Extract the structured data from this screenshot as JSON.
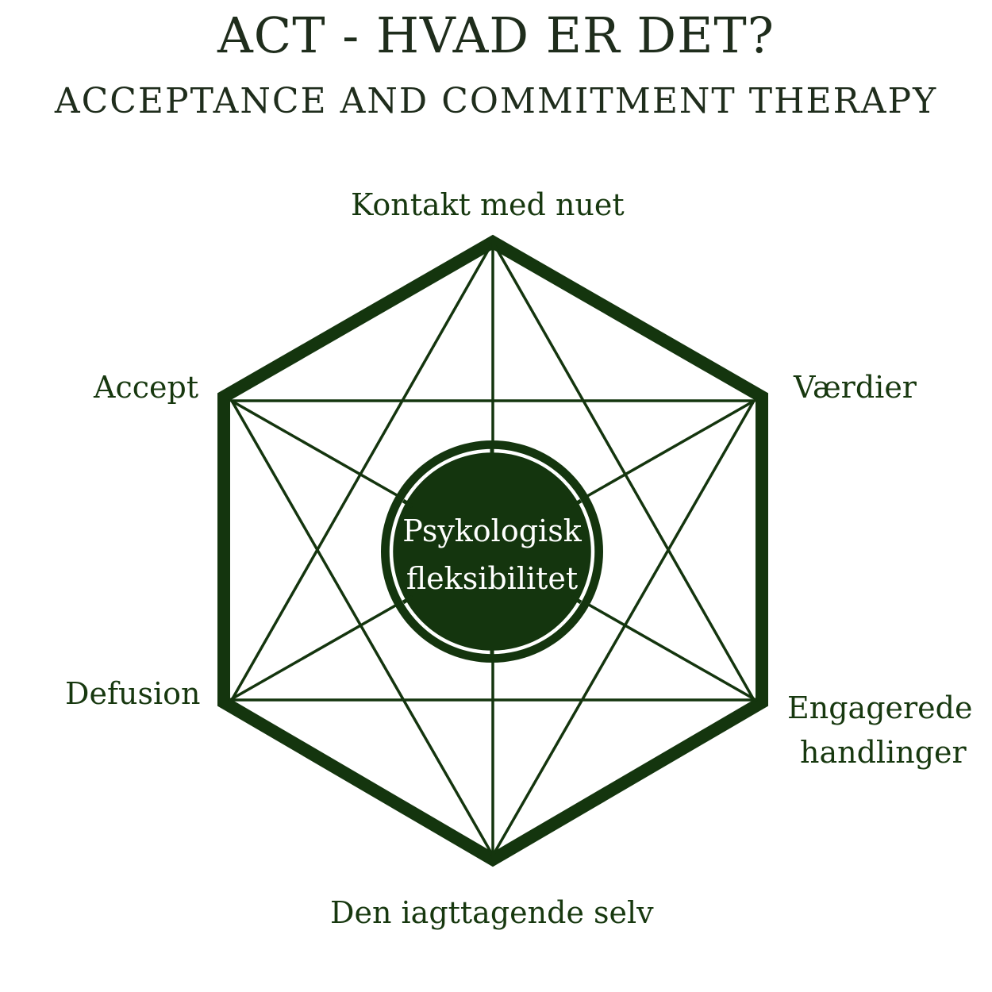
{
  "title": "ACT - HVAD ER DET?",
  "subtitle": "ACCEPTANCE AND COMMITMENT THERAPY",
  "colors": {
    "primary": "#14350e",
    "background": "#ffffff"
  },
  "nodes": {
    "top": "Kontakt med nuet",
    "upper_right": "Værdier",
    "lower_right_line1": "Engagerede",
    "lower_right_line2": "handlinger",
    "bottom": "Den iagttagende selv",
    "lower_left": "Defusion",
    "upper_left": "Accept"
  },
  "center": {
    "line1": "Psykologisk",
    "line2": "fleksibilitet"
  }
}
